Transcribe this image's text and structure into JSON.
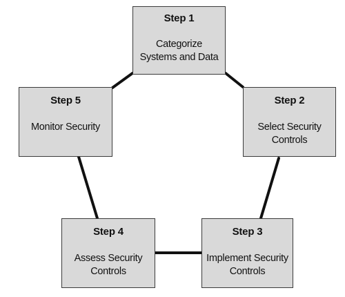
{
  "steps": [
    {
      "title": "Step 1",
      "lines": [
        "Categorize",
        "Systems and Data"
      ]
    },
    {
      "title": "Step 2",
      "lines": [
        "Select Security",
        "Controls"
      ]
    },
    {
      "title": "Step 3",
      "lines": [
        "Implement Security",
        "Controls"
      ]
    },
    {
      "title": "Step 4",
      "lines": [
        "Assess Security",
        "Controls"
      ]
    },
    {
      "title": "Step 5",
      "lines": [
        "Monitor Security"
      ]
    }
  ],
  "colors": {
    "box_fill": "#d9d9d9",
    "box_border": "#3a3a3a",
    "connector": "#111111",
    "background": "#ffffff"
  }
}
